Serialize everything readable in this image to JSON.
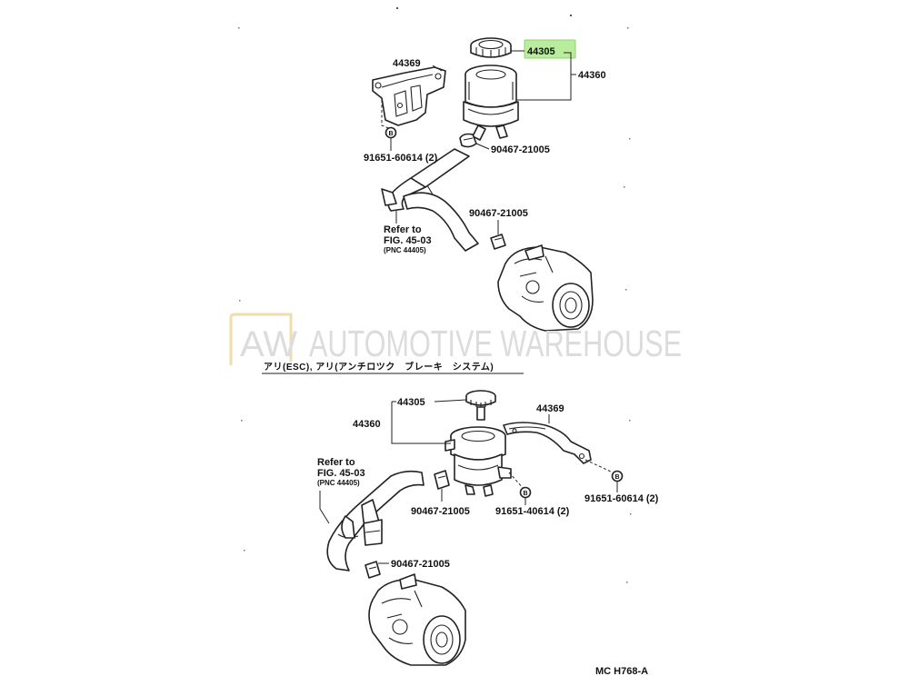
{
  "top": {
    "labels": {
      "cap": "44305",
      "reservoir": "44360",
      "bracket": "44369",
      "bolt": "91651-60614 (2)",
      "clip_upper": "90467-21005",
      "clip_lower": "90467-21005",
      "bolt_marker": "B"
    },
    "refer": {
      "line1": "Refer to",
      "line2": "FIG. 45-03",
      "line3": "(PNC 44405)"
    }
  },
  "watermark": {
    "logo": "AW",
    "text": "AUTOMOTIVE WAREHOUSE"
  },
  "section_header": "アリ(ESC), アリ(アンチロツク　ブレーキ　システム)",
  "bottom": {
    "labels": {
      "cap": "44305",
      "reservoir": "44360",
      "bracket": "44369",
      "bolt_right": "91651-60614 (2)",
      "bolt_mid": "91651-40614 (2)",
      "clip_upper": "90467-21005",
      "clip_lower": "90467-21005",
      "bolt_marker": "B"
    },
    "refer": {
      "line1": "Refer to",
      "line2": "FIG. 45-03",
      "line3": "(PNC 44405)"
    }
  },
  "figure_code": "MC H768-A",
  "colors": {
    "highlight": "#b9ec9c",
    "line": "#222222",
    "watermark": "#d8d8d8",
    "watermark_logo": "#f0d9a8"
  }
}
